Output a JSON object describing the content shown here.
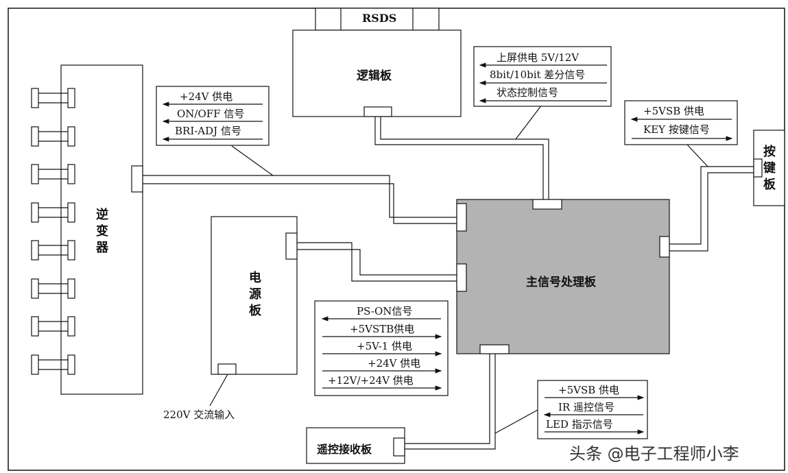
{
  "boards": {
    "rsds": "RSDS",
    "logic": "逻辑板",
    "inverter": "逆变器",
    "power": "电源板",
    "main": "主信号处理板",
    "key": "按键板",
    "remote": "遥控接收板"
  },
  "signal_groups": {
    "inverter": [
      "+24V 供电",
      "ON/OFF 信号",
      "BRI-ADJ 信号"
    ],
    "logic": [
      "上屏供电 5V/12V",
      "8bit/10bit 差分信号",
      "状态控制信号"
    ],
    "key": [
      "+5VSB 供电",
      "KEY 按键信号"
    ],
    "power": [
      "PS-ON信号",
      "+5VSTB供电",
      "+5V-1 供电",
      "+24V 供电",
      "+12V/+24V 供电"
    ],
    "remote": [
      "+5VSB 供电",
      "IR 遥控信号",
      "LED 指示信号"
    ]
  },
  "ac_input": "220V 交流输入",
  "watermark": "头条 @电子工程师小李",
  "colors": {
    "main_board_fill": "#b3b3b3",
    "line": "#111111"
  }
}
